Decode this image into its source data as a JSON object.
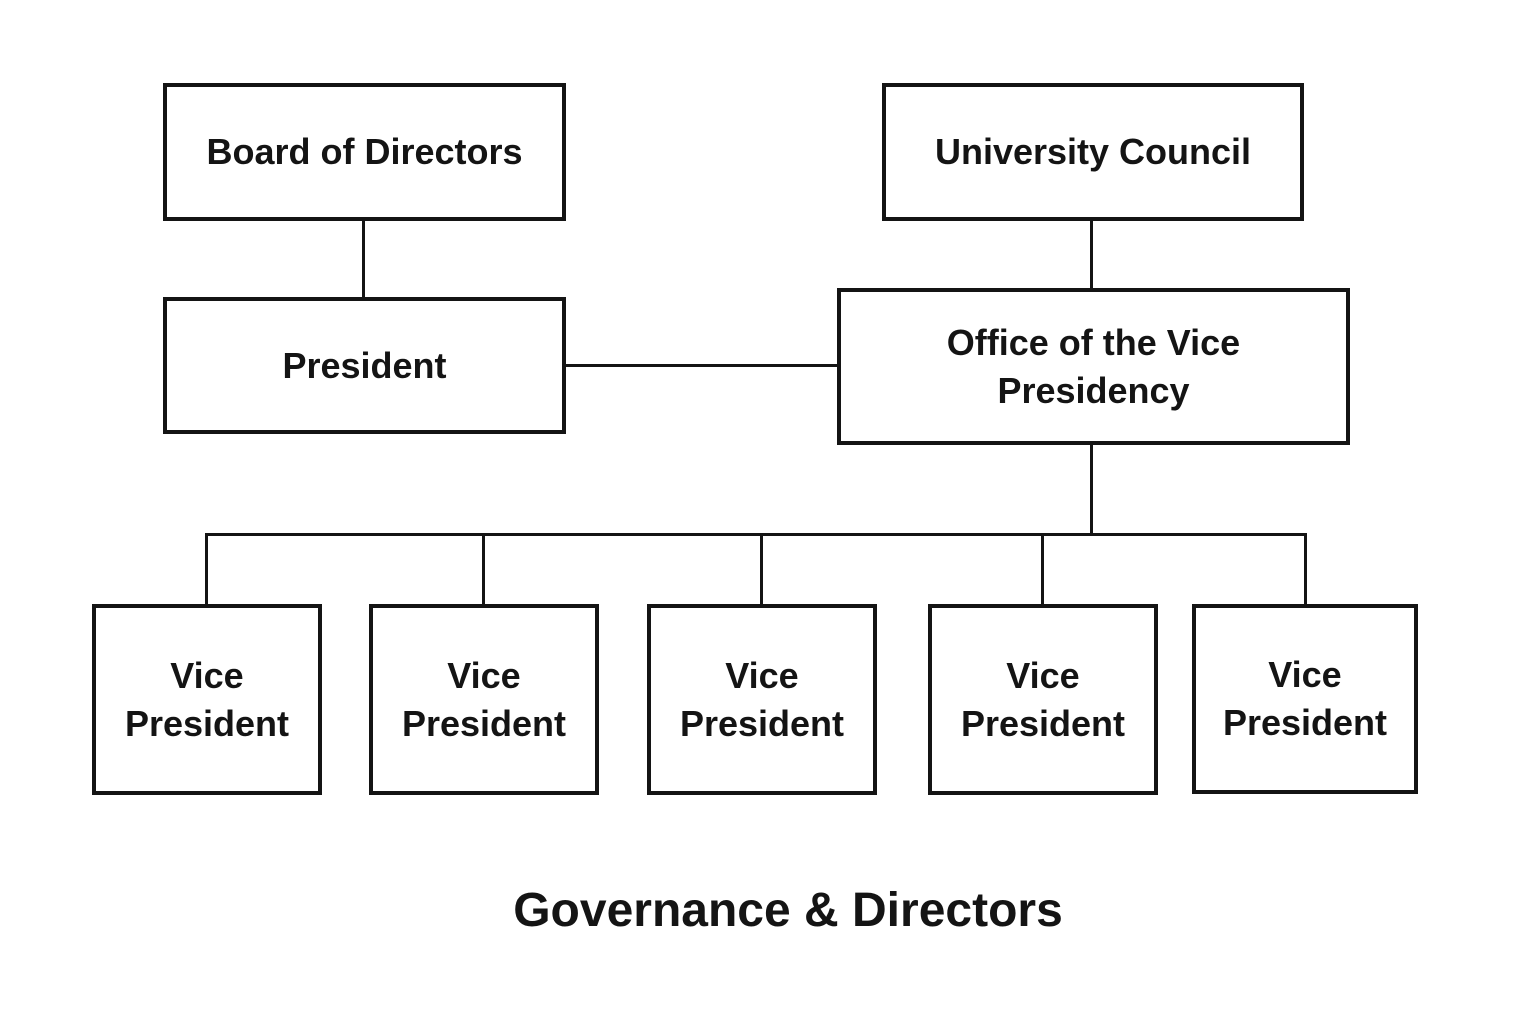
{
  "title": "Governance & Directors",
  "nodes": {
    "board_of_directors": "Board of Directors",
    "university_council": "University Council",
    "president": "President",
    "office_of_vice_presidency": "Office of the Vice Presidency",
    "vice_presidents": [
      "Vice President",
      "Vice President",
      "Vice President",
      "Vice President",
      "Vice President"
    ]
  },
  "edges": [
    {
      "from": "Board of Directors",
      "to": "President"
    },
    {
      "from": "University Council",
      "to": "Office of the Vice Presidency"
    },
    {
      "from": "President",
      "to": "Office of the Vice Presidency"
    },
    {
      "from": "Office of the Vice Presidency",
      "to": "Vice President"
    },
    {
      "from": "Office of the Vice Presidency",
      "to": "Vice President"
    },
    {
      "from": "Office of the Vice Presidency",
      "to": "Vice President"
    },
    {
      "from": "Office of the Vice Presidency",
      "to": "Vice President"
    },
    {
      "from": "Office of the Vice Presidency",
      "to": "Vice President"
    }
  ],
  "colors": {
    "background": "#ffffff",
    "line": "#141414",
    "text": "#141414"
  }
}
